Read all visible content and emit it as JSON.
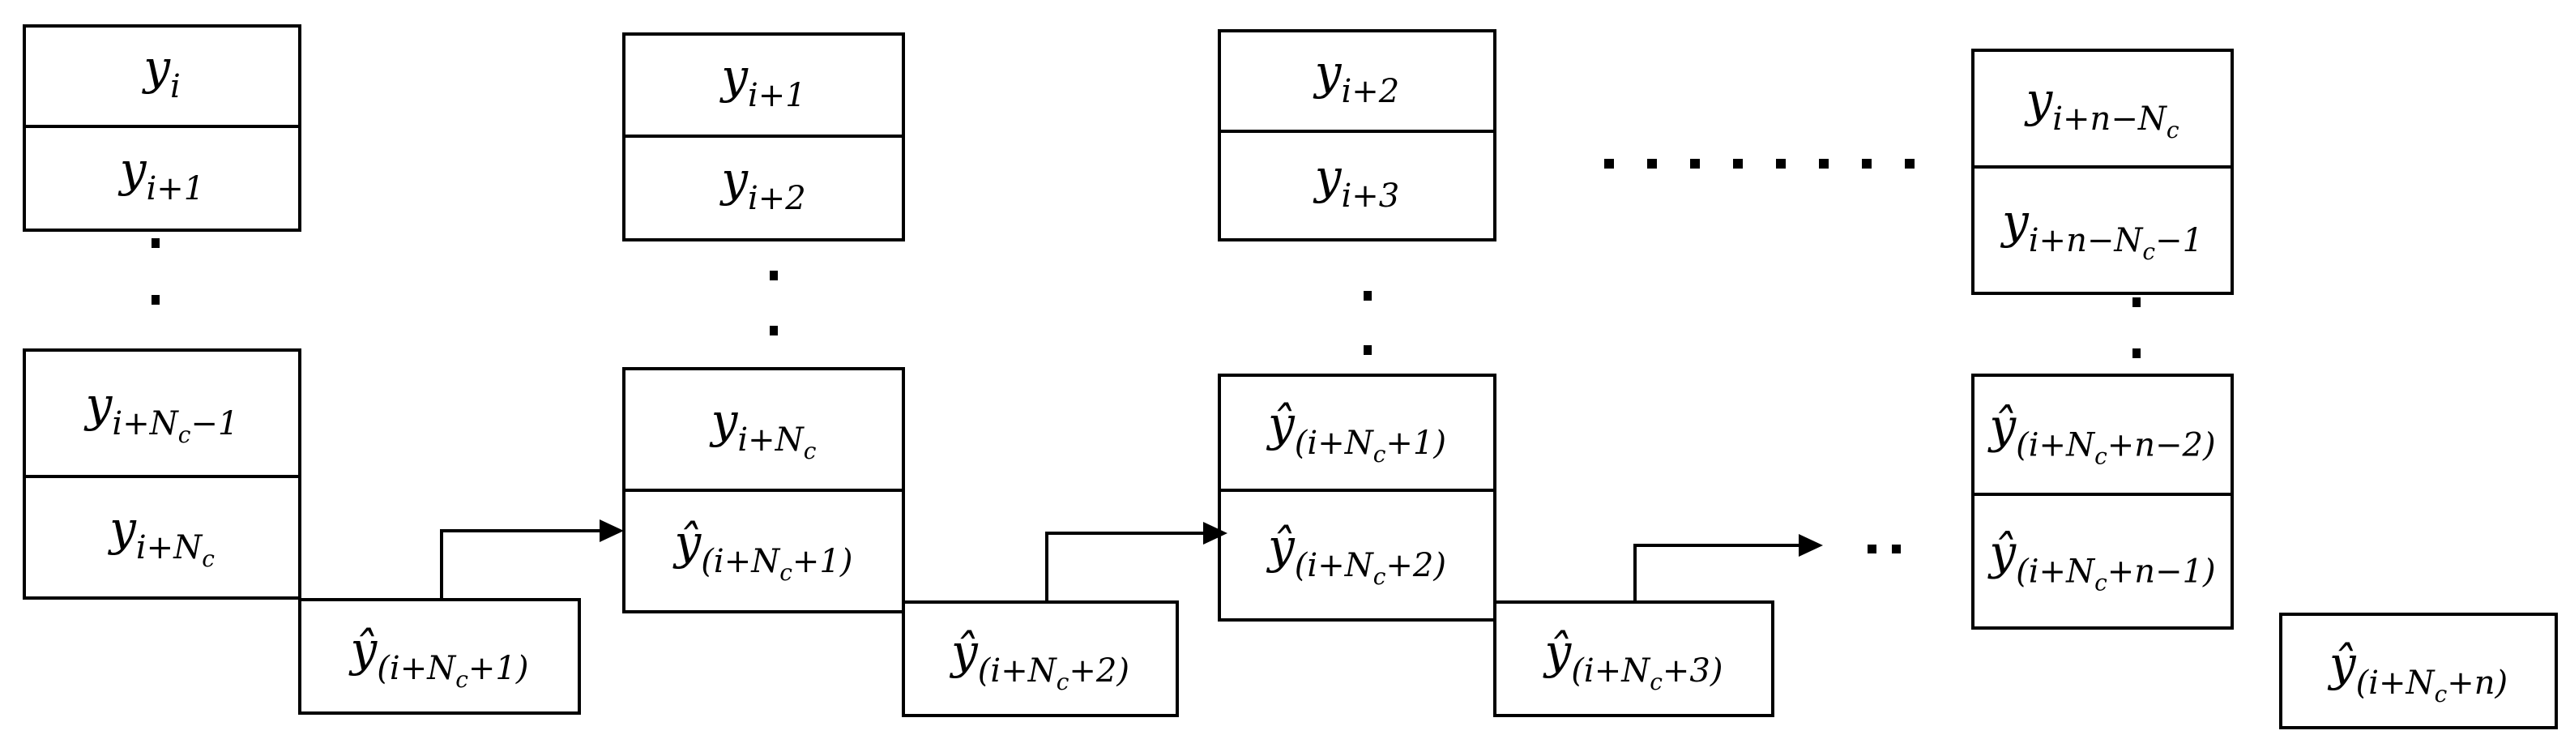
{
  "stages": [
    {
      "cells": [
        {
          "base": "y",
          "hat": false,
          "sub": "i"
        },
        {
          "base": "y",
          "hat": false,
          "sub": "i+1"
        },
        {
          "base": "y",
          "hat": false,
          "sub": "i+N",
          "subsub": "c",
          "tail": "−1"
        },
        {
          "base": "y",
          "hat": false,
          "sub": "i+N",
          "subsub": "c",
          "tail": ""
        }
      ],
      "output": {
        "base": "ŷ",
        "hat": true,
        "sub": "(i+N",
        "subsub": "c",
        "tail": "+1)"
      }
    },
    {
      "cells": [
        {
          "base": "y",
          "hat": false,
          "sub": "i+1"
        },
        {
          "base": "y",
          "hat": false,
          "sub": "i+2"
        },
        {
          "base": "y",
          "hat": false,
          "sub": "i+N",
          "subsub": "c",
          "tail": ""
        },
        {
          "base": "ŷ",
          "hat": true,
          "sub": "(i+N",
          "subsub": "c",
          "tail": "+1)"
        }
      ],
      "output": {
        "base": "ŷ",
        "hat": true,
        "sub": "(i+N",
        "subsub": "c",
        "tail": "+2)"
      }
    },
    {
      "cells": [
        {
          "base": "y",
          "hat": false,
          "sub": "i+2"
        },
        {
          "base": "y",
          "hat": false,
          "sub": "i+3"
        },
        {
          "base": "ŷ",
          "hat": true,
          "sub": "(i+N",
          "subsub": "c",
          "tail": "+1)"
        },
        {
          "base": "ŷ",
          "hat": true,
          "sub": "(i+N",
          "subsub": "c",
          "tail": "+2)"
        }
      ],
      "output": {
        "base": "ŷ",
        "hat": true,
        "sub": "(i+N",
        "subsub": "c",
        "tail": "+3)"
      }
    },
    {
      "cells": [
        {
          "base": "y",
          "hat": false,
          "sub": "i+n−N",
          "subsub": "c",
          "tail": ""
        },
        {
          "base": "y",
          "hat": false,
          "sub": "i+n−N",
          "subsub": "c",
          "tail": "−1"
        },
        {
          "base": "ŷ",
          "hat": true,
          "sub": "(i+N",
          "subsub": "c",
          "tail": "+n−2)"
        },
        {
          "base": "ŷ",
          "hat": true,
          "sub": "(i+N",
          "subsub": "c",
          "tail": "+n−1)"
        }
      ],
      "output": {
        "base": "ŷ",
        "hat": true,
        "sub": "(i+N",
        "subsub": "c",
        "tail": "+n)"
      }
    }
  ]
}
